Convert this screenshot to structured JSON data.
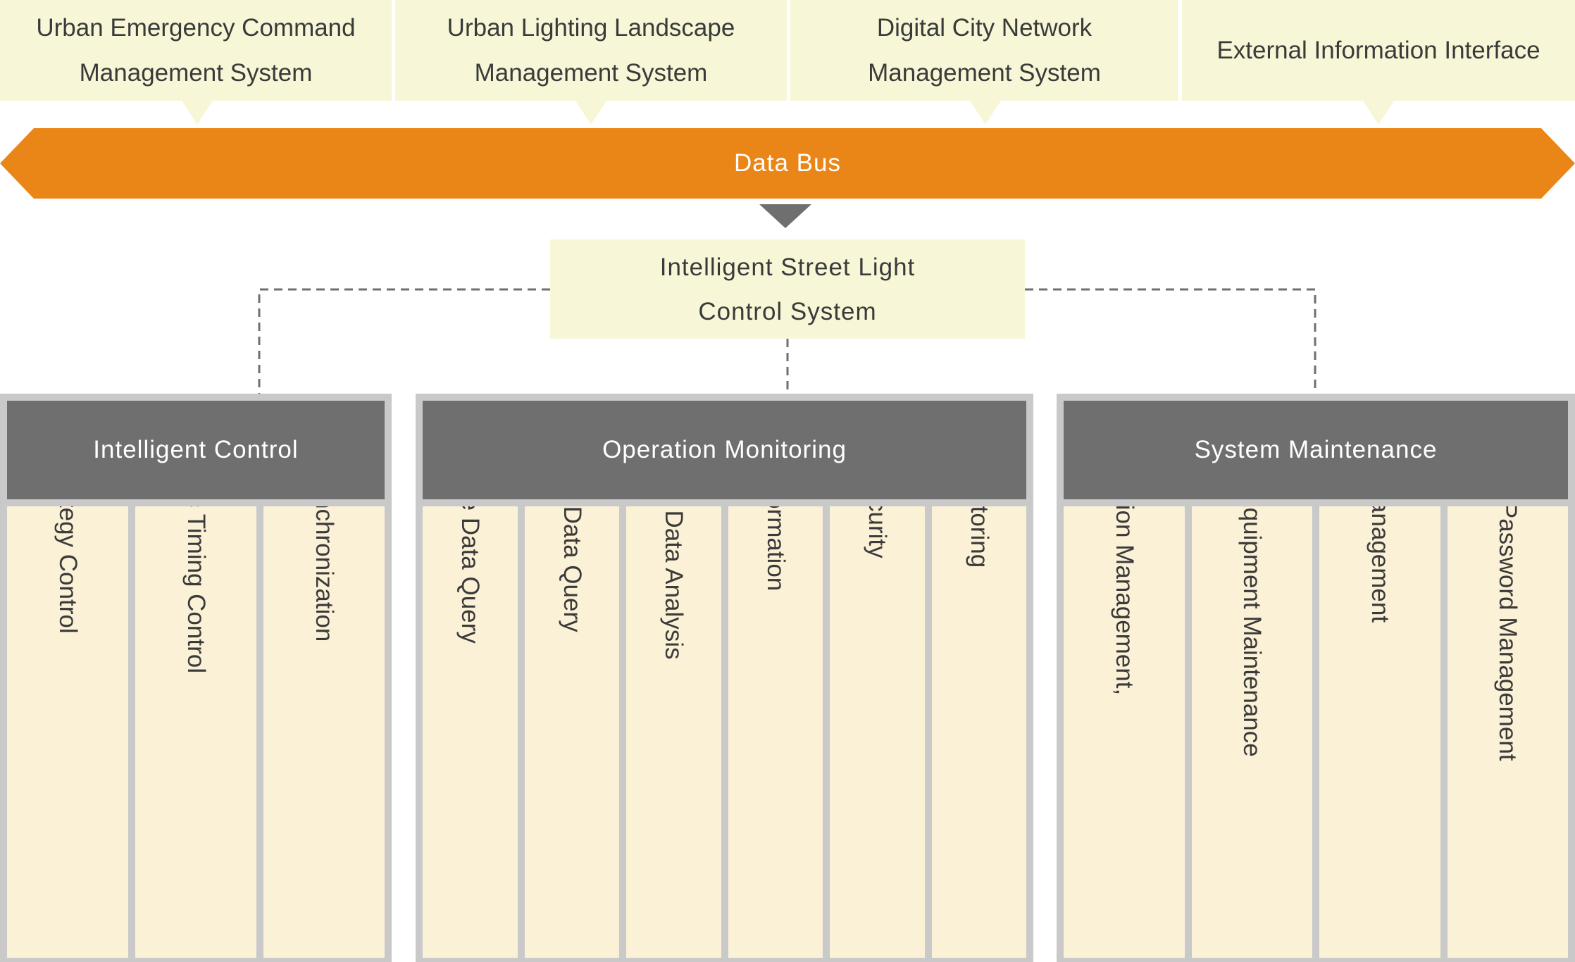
{
  "top_systems": [
    {
      "label": "Urban Emergency Command\nManagement System"
    },
    {
      "label": "Urban Lighting Landscape\nManagement System"
    },
    {
      "label": "Digital City Network\nManagement System"
    },
    {
      "label": "External Information Interface"
    }
  ],
  "bus": {
    "label": "Data Bus"
  },
  "core": {
    "label": "Intelligent Street Light\nControl System"
  },
  "modules": [
    {
      "title": "Intelligent Control",
      "items": [
        "Task Strategy Control",
        "Automatic Timing Control",
        "Clock Synchronization"
      ]
    },
    {
      "title": "Operation Monitoring",
      "items": [
        "Real-Time Data Query",
        "Historical Data Query",
        "Statistical Data Analysis",
        "Alarm information",
        "Cable Security",
        "Map Monitoring"
      ]
    },
    {
      "title": "System Maintenance",
      "items": [
        "Organization Management,",
        "Remote Equipment Maintenance",
        "Report Management",
        "Authority Password Management"
      ]
    }
  ],
  "colors": {
    "bus": "#ea8617",
    "box_fill": "#f7f7d7",
    "header": "#6f6f6f",
    "column_fill": "#fbf1d6",
    "frame": "#c9c9c9",
    "connector": "#6f6f6f"
  }
}
